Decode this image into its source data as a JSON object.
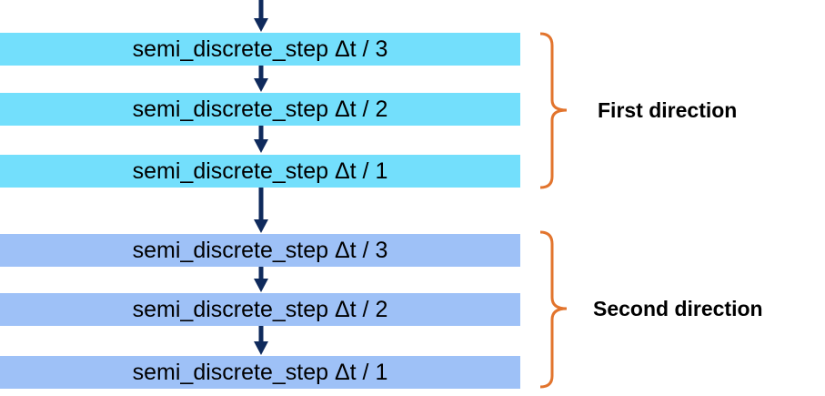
{
  "colors": {
    "first_group_fill": "#73dffc",
    "second_group_fill": "#9ec1f7",
    "arrow": "#0f2a5c",
    "bracket": "#e2742d"
  },
  "groups": [
    {
      "label": "First direction",
      "steps": [
        "semi_discrete_step Δt / 3",
        "semi_discrete_step Δt / 2",
        "semi_discrete_step Δt / 1"
      ]
    },
    {
      "label": "Second direction",
      "steps": [
        "semi_discrete_step Δt / 3",
        "semi_discrete_step Δt / 2",
        "semi_discrete_step Δt / 1"
      ]
    }
  ]
}
